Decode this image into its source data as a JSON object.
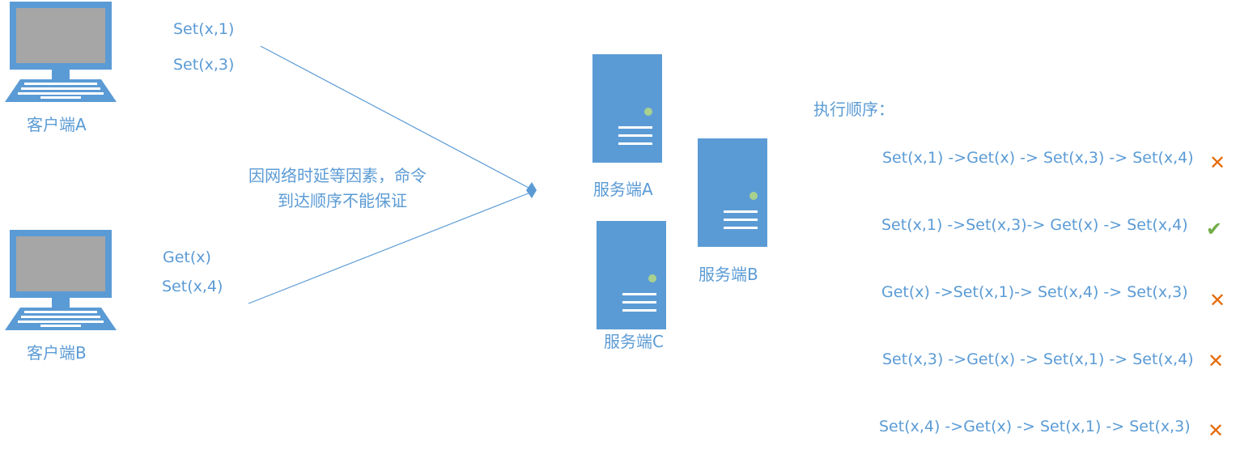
{
  "colors": {
    "primary": "#5b9bd5",
    "screen": "#a6a6a6",
    "led": "#a9d18e",
    "cross": "#e46c0a",
    "check": "#70ad47"
  },
  "clients": {
    "a": {
      "label": "客户端A",
      "commands": [
        "Set(x,1)",
        "Set(x,3)"
      ]
    },
    "b": {
      "label": "客户端B",
      "commands": [
        "Get(x)",
        "Set(x,4)"
      ]
    }
  },
  "network_note": {
    "line1": "因网络时延等因素，命令",
    "line2": "到达顺序不能保证"
  },
  "servers": {
    "a": {
      "label": "服务端A"
    },
    "b": {
      "label": "服务端B"
    },
    "c": {
      "label": "服务端C"
    }
  },
  "execution": {
    "title": "执行顺序：",
    "orders": [
      {
        "text": "Set(x,1) ->Get(x) -> Set(x,3) -> Set(x,4)",
        "valid": false,
        "icon": "cross-icon"
      },
      {
        "text": "Set(x,1) ->Set(x,3)-> Get(x) -> Set(x,4)",
        "valid": true,
        "icon": "check-icon"
      },
      {
        "text": "Get(x) ->Set(x,1)-> Set(x,4) -> Set(x,3)",
        "valid": false,
        "icon": "cross-icon"
      },
      {
        "text": "Set(x,3) ->Get(x) -> Set(x,1) -> Set(x,4)",
        "valid": false,
        "icon": "cross-icon"
      },
      {
        "text": "Set(x,4) ->Get(x) -> Set(x,1) -> Set(x,3)",
        "valid": false,
        "icon": "cross-icon"
      }
    ]
  }
}
